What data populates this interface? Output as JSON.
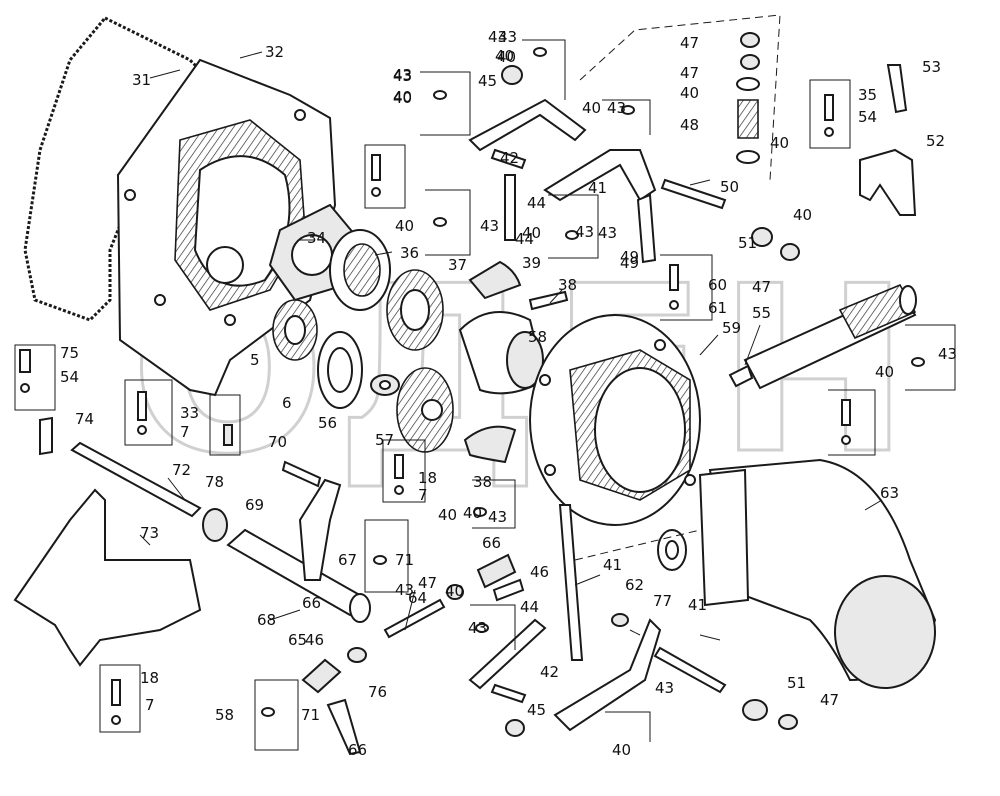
{
  "watermark": "ОДЕН",
  "labels": [
    "31",
    "32",
    "34",
    "36",
    "5",
    "6",
    "37",
    "39",
    "38",
    "56",
    "57",
    "58",
    "59",
    "55",
    "62",
    "63",
    "72",
    "69",
    "73",
    "68",
    "64",
    "65",
    "66",
    "46",
    "41",
    "44",
    "42",
    "45",
    "43",
    "40",
    "47",
    "48",
    "50",
    "51",
    "53",
    "35",
    "54",
    "52",
    "60",
    "61",
    "75",
    "74",
    "33",
    "7",
    "78",
    "18",
    "67",
    "71",
    "76",
    "77",
    "70",
    "49"
  ]
}
